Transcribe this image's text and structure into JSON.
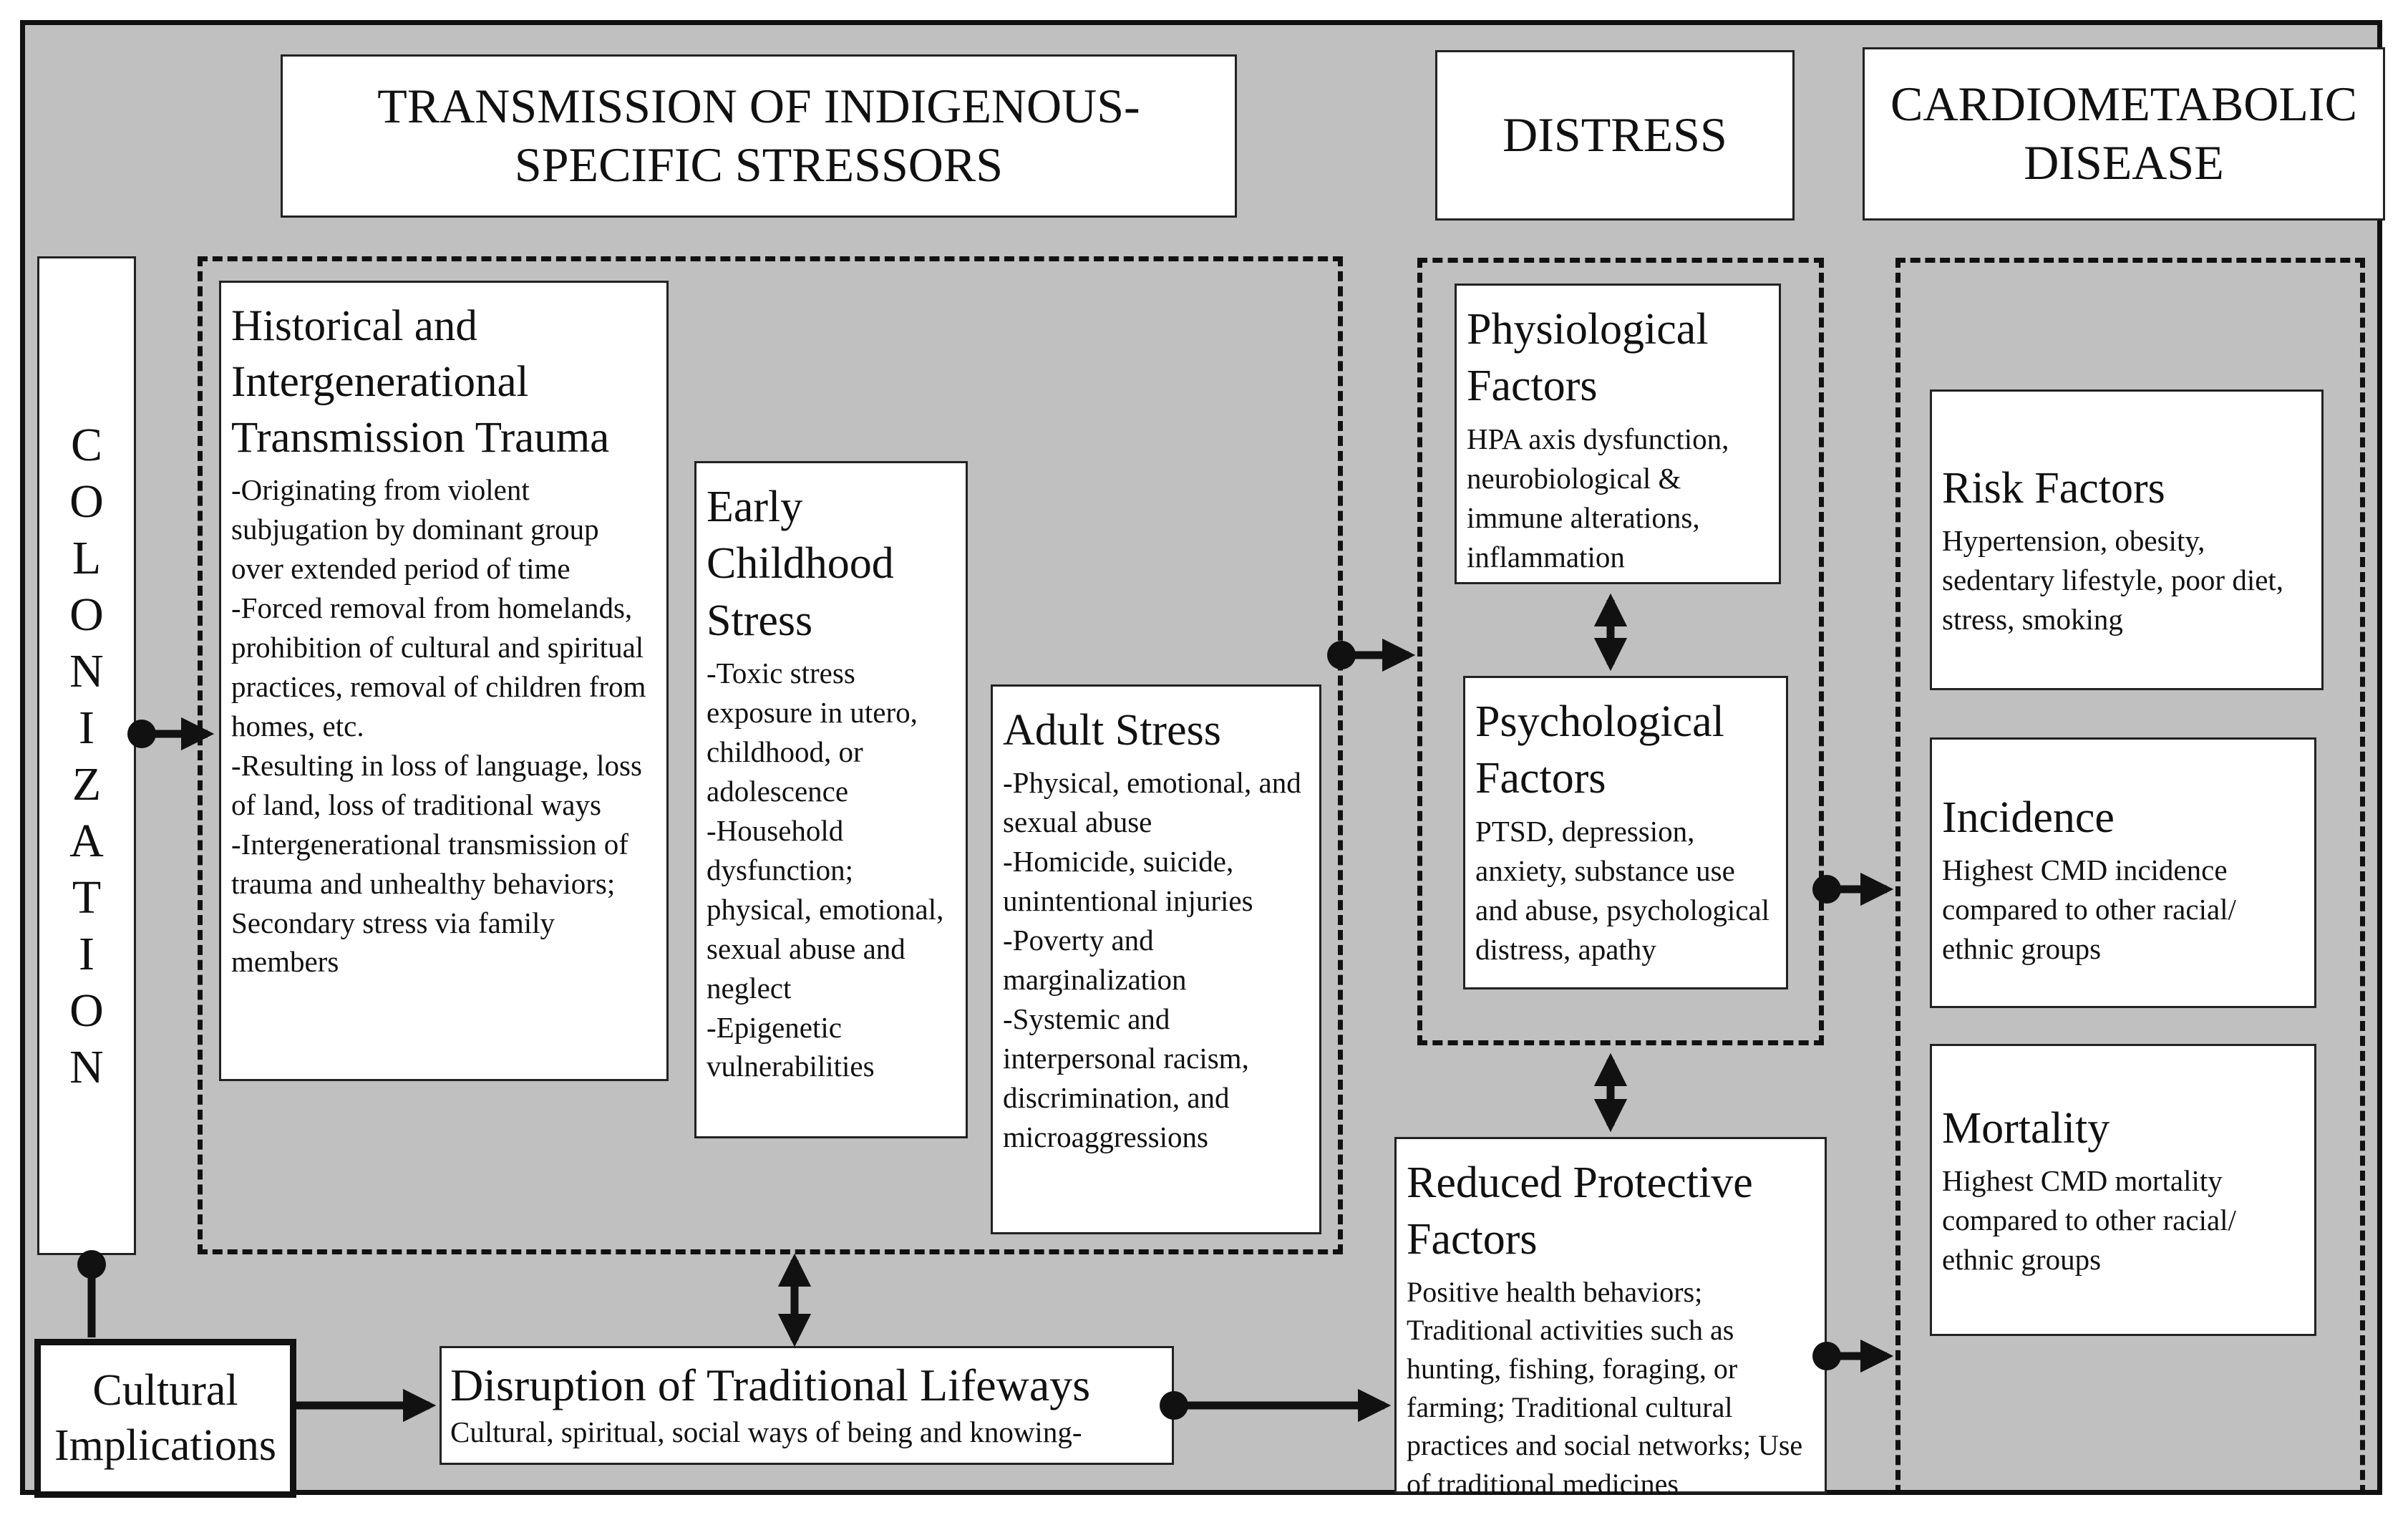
{
  "headers": {
    "transmission": "TRANSMISSION OF INDIGENOUS-SPECIFIC STRESSORS",
    "distress": "DISTRESS",
    "cardiometabolic": "CARDIOMETABOLIC DISEASE"
  },
  "colonization": {
    "label": "COLONIZATION",
    "letters": [
      "C",
      "O",
      "L",
      "O",
      "N",
      "I",
      "Z",
      "A",
      "T",
      "I",
      "O",
      "N"
    ]
  },
  "historical_trauma": {
    "title": "Historical and Intergenerational Transmission Trauma",
    "body": "-Originating from violent subjugation by dominant group over extended period of time\n-Forced removal from homelands, prohibition of cultural and spiritual practices, removal of children from homes, etc.\n-Resulting in loss of language, loss of land, loss of traditional ways\n-Intergenerational transmission of trauma and unhealthy behaviors; Secondary stress via family members"
  },
  "early_childhood": {
    "title": "Early Childhood Stress",
    "body": "-Toxic stress exposure in utero, childhood, or adolescence\n-Household dysfunction; physical, emotional, sexual abuse and neglect\n-Epigenetic vulnerabilities"
  },
  "adult_stress": {
    "title": "Adult Stress",
    "body": "-Physical, emotional, and sexual abuse\n-Homicide, suicide, unintentional injuries\n-Poverty and marginalization\n-Systemic and interpersonal racism, discrimination, and microaggressions"
  },
  "physiological": {
    "title": "Physiological Factors",
    "body": "HPA axis dysfunction, neurobiological & immune alterations, inflammation"
  },
  "psychological": {
    "title": "Psychological Factors",
    "body": "PTSD, depression, anxiety, substance use and abuse, psychological distress, apathy"
  },
  "reduced_protective": {
    "title": "Reduced Protective Factors",
    "body": "Positive health behaviors; Traditional activities such as hunting, fishing, foraging, or farming; Traditional cultural practices and social networks; Use of traditional medicines"
  },
  "risk_factors": {
    "title": "Risk Factors",
    "body": "Hypertension, obesity, sedentary lifestyle, poor diet, stress, smoking"
  },
  "incidence": {
    "title": "Incidence",
    "body": "Highest CMD incidence compared to other racial/ ethnic groups"
  },
  "mortality": {
    "title": "Mortality",
    "body": "Highest CMD mortality compared to other racial/ ethnic groups"
  },
  "cultural_implications": {
    "label": "Cultural Implications"
  },
  "disruption": {
    "title": "Disruption of Traditional Lifeways",
    "body": "Cultural, spiritual, social ways of being and knowing-"
  }
}
